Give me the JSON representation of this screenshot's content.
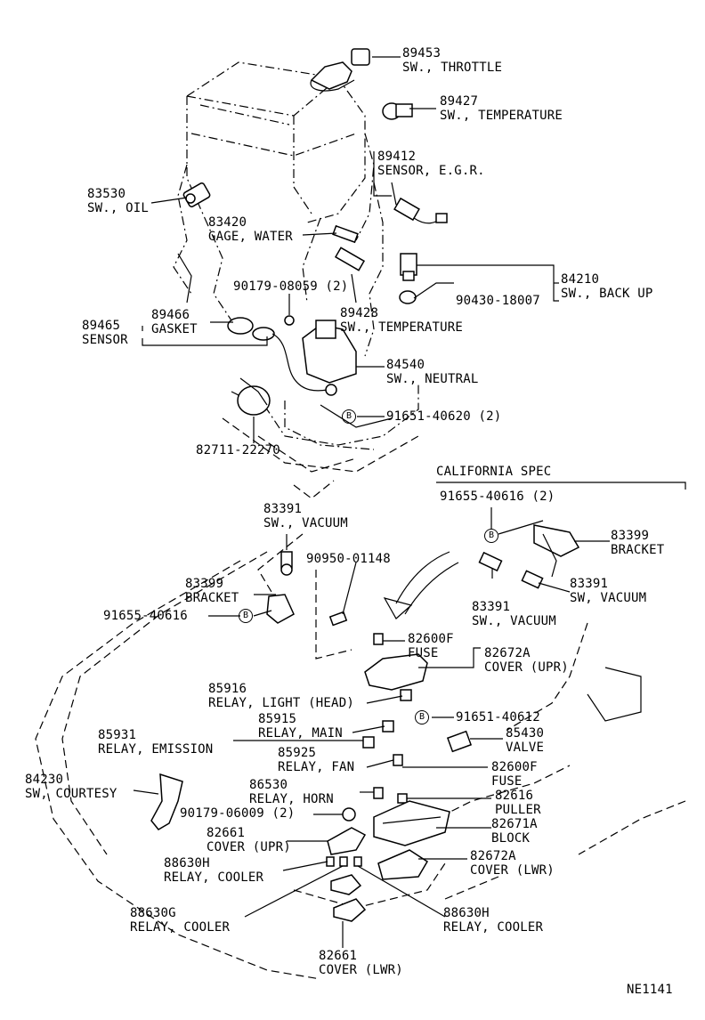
{
  "diagram": {
    "code": "NE1141",
    "section_title": "CALIFORNIA SPEC",
    "bolt_symbol": "B"
  },
  "callouts": [
    {
      "id": "c89453",
      "part_no": "89453",
      "name": "SW., THROTTLE"
    },
    {
      "id": "c89427",
      "part_no": "89427",
      "name": "SW., TEMPERATURE"
    },
    {
      "id": "c89412",
      "part_no": "89412",
      "name": "SENSOR, E.G.R."
    },
    {
      "id": "c83530",
      "part_no": "83530",
      "name": "SW., OIL"
    },
    {
      "id": "c83420",
      "part_no": "83420",
      "name": "GAGE, WATER"
    },
    {
      "id": "c84210",
      "part_no": "84210",
      "name": "SW., BACK UP"
    },
    {
      "id": "c90430",
      "part_no": "90430-18007",
      "name": ""
    },
    {
      "id": "c90179a",
      "part_no": "90179-08059 (2)",
      "name": ""
    },
    {
      "id": "c89428",
      "part_no": "89428",
      "name": "SW., TEMPERATURE"
    },
    {
      "id": "c89466",
      "part_no": "89466",
      "name": "GASKET"
    },
    {
      "id": "c89465",
      "part_no": "89465",
      "name": "SENSOR"
    },
    {
      "id": "c84540",
      "part_no": "84540",
      "name": "SW., NEUTRAL"
    },
    {
      "id": "c91651a",
      "part_no": "91651-40620 (2)",
      "name": ""
    },
    {
      "id": "c82711",
      "part_no": "82711-22270",
      "name": ""
    },
    {
      "id": "c91655a",
      "part_no": "91655-40616 (2)",
      "name": ""
    },
    {
      "id": "c83399a",
      "part_no": "83399",
      "name": "BRACKET"
    },
    {
      "id": "c83391a",
      "part_no": "83391",
      "name": "SW, VACUUM"
    },
    {
      "id": "c83391b",
      "part_no": "83391",
      "name": "SW., VACUUM"
    },
    {
      "id": "c83391c",
      "part_no": "83391",
      "name": "SW., VACUUM"
    },
    {
      "id": "c90950",
      "part_no": "90950-01148",
      "name": ""
    },
    {
      "id": "c83399b",
      "part_no": "83399",
      "name": "BRACKET"
    },
    {
      "id": "c91655b",
      "part_no": "91655-40616",
      "name": ""
    },
    {
      "id": "c82600a",
      "part_no": "82600F",
      "name": "FUSE"
    },
    {
      "id": "c82672a",
      "part_no": "82672A",
      "name": "COVER (UPR)"
    },
    {
      "id": "c85916",
      "part_no": "85916",
      "name": "RELAY, LIGHT (HEAD)"
    },
    {
      "id": "c91651b",
      "part_no": "91651-40612",
      "name": ""
    },
    {
      "id": "c85915",
      "part_no": "85915",
      "name": "RELAY, MAIN"
    },
    {
      "id": "c85430",
      "part_no": "85430",
      "name": "VALVE"
    },
    {
      "id": "c85931",
      "part_no": "85931",
      "name": "RELAY, EMISSION"
    },
    {
      "id": "c85925",
      "part_no": "85925",
      "name": "RELAY, FAN"
    },
    {
      "id": "c82600b",
      "part_no": "82600F",
      "name": "FUSE"
    },
    {
      "id": "c84230",
      "part_no": "84230",
      "name": "SW, COURTESY"
    },
    {
      "id": "c86530",
      "part_no": "86530",
      "name": "RELAY, HORN"
    },
    {
      "id": "c82616",
      "part_no": "82616",
      "name": "PULLER"
    },
    {
      "id": "c90179b",
      "part_no": "90179-06009 (2)",
      "name": ""
    },
    {
      "id": "c82671",
      "part_no": "82671A",
      "name": "BLOCK"
    },
    {
      "id": "c82661a",
      "part_no": "82661",
      "name": "COVER (UPR)"
    },
    {
      "id": "c82672b",
      "part_no": "82672A",
      "name": "COVER (LWR)"
    },
    {
      "id": "c88630a",
      "part_no": "88630H",
      "name": "RELAY, COOLER"
    },
    {
      "id": "c88630g",
      "part_no": "88630G",
      "name": "RELAY, COOLER"
    },
    {
      "id": "c88630b",
      "part_no": "88630H",
      "name": "RELAY, COOLER"
    },
    {
      "id": "c82661b",
      "part_no": "82661",
      "name": "COVER (LWR)"
    }
  ]
}
